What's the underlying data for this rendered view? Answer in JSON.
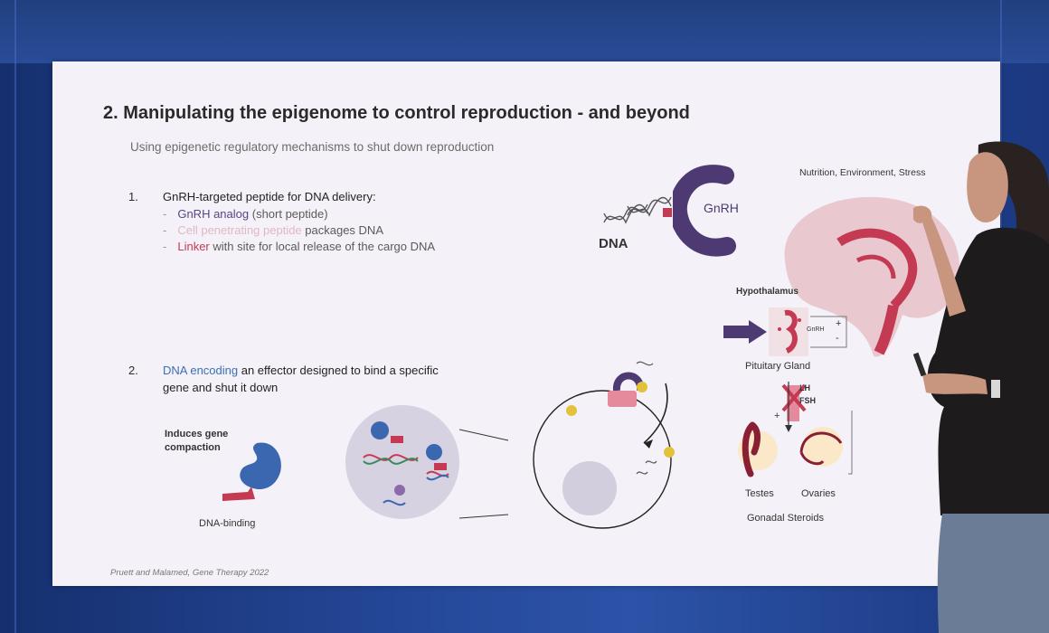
{
  "slide": {
    "title": "2.  Manipulating the epigenome to control reproduction - and beyond",
    "subtitle": "Using epigenetic regulatory mechanisms to shut down reproduction",
    "item1": {
      "number": "1.",
      "heading": "GnRH-targeted peptide for DNA delivery:",
      "points": [
        {
          "highlight": "GnRH analog",
          "rest": " (short peptide)"
        },
        {
          "highlight": "Cell penetrating peptide",
          "rest": " packages DNA"
        },
        {
          "highlight": "Linker",
          "rest": " with site for local release of the cargo DNA"
        }
      ]
    },
    "item2": {
      "number": "2.",
      "line1_highlight": "DNA encoding",
      "line1_rest": " an effector designed to bind a specific",
      "line2": "gene and shut it down"
    },
    "labels": {
      "dna": "DNA",
      "gnrh": "GnRH",
      "induces_line1": "Induces gene",
      "induces_line2": "compaction",
      "dna_binding": "DNA-binding",
      "nutrition": "Nutrition, Environment, Stress",
      "hypothalamus": "Hypothalamus",
      "gnrh_small": "GnRH",
      "pituitary": "Pituitary Gland",
      "lh": "LH",
      "fsh": "FSH",
      "testes": "Testes",
      "ovaries": "Ovaries",
      "gonadal": "Gonadal Steroids",
      "plus": "+",
      "minus": "-"
    },
    "citation": "Pruett and Malamed, Gene Therapy 2022"
  },
  "colors": {
    "accent_purple": "#5a4488",
    "accent_red": "#c43a52",
    "accent_blue": "#3b6fb5",
    "slide_bg": "#f4f2f8",
    "wall_blue": "#25489a"
  }
}
